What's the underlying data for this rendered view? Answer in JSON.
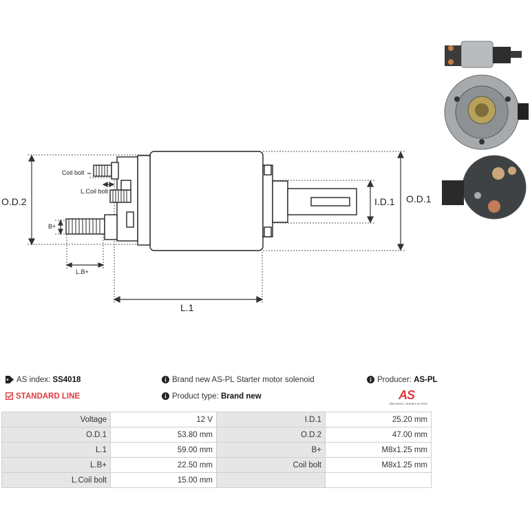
{
  "diagram": {
    "labels": {
      "od2": "O.D.2",
      "od1": "O.D.1",
      "id1": "I.D.1",
      "l1": "L.1",
      "coil_bolt": "Coil bolt",
      "l_coil_bolt": "L.Coil bolt",
      "b_plus": "B+",
      "l_b_plus": "L.B+"
    }
  },
  "info": {
    "as_index_label": "AS index:",
    "as_index_value": "SS4018",
    "line": "STANDARD LINE",
    "description": "Brand new AS-PL Starter motor solenoid",
    "product_type_label": "Product type:",
    "product_type_value": "Brand new",
    "producer_label": "Producer:",
    "producer_value": "AS-PL"
  },
  "logo": {
    "mark": "AS",
    "tagline": "Alternators, Starters & Parts"
  },
  "specs": [
    {
      "label": "Voltage",
      "value": "12 V",
      "label2": "I.D.1",
      "value2": "25.20 mm"
    },
    {
      "label": "O.D.1",
      "value": "53.80 mm",
      "label2": "O.D.2",
      "value2": "47.00 mm"
    },
    {
      "label": "L.1",
      "value": "59.00 mm",
      "label2": "B+",
      "value2": "M8x1.25 mm"
    },
    {
      "label": "L.B+",
      "value": "22.50 mm",
      "label2": "Coil bolt",
      "value2": "M8x1.25 mm"
    },
    {
      "label": "L.Coil bolt",
      "value": "15.00 mm",
      "label2": "",
      "value2": ""
    }
  ],
  "colors": {
    "accent_red": "#e03a3e",
    "table_label_bg": "#e6e6e6",
    "border": "#cfcfcf"
  }
}
